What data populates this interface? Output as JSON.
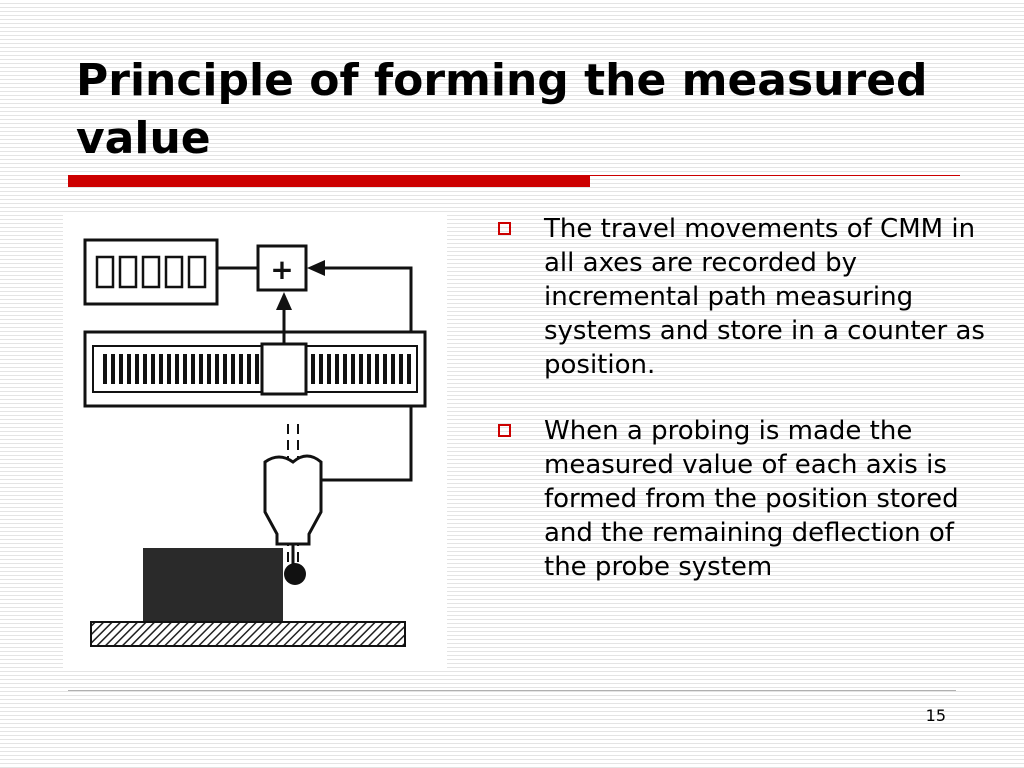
{
  "slide": {
    "title": "Principle of forming the measured value",
    "bullets": [
      "The travel movements of CMM in all axes are recorded by incremental path measuring systems and store in a counter as position.",
      "When a probing is made the measured value of each axis is formed from the position stored and the remaining deflection of the probe system"
    ],
    "figure": {
      "adder_symbol": "+"
    },
    "page_number": "15"
  },
  "colors": {
    "accent": "#cc0000",
    "background_stripe": "#e4e4e4",
    "text": "#000000"
  },
  "icons": {
    "bullet": "hollow-square-icon"
  }
}
